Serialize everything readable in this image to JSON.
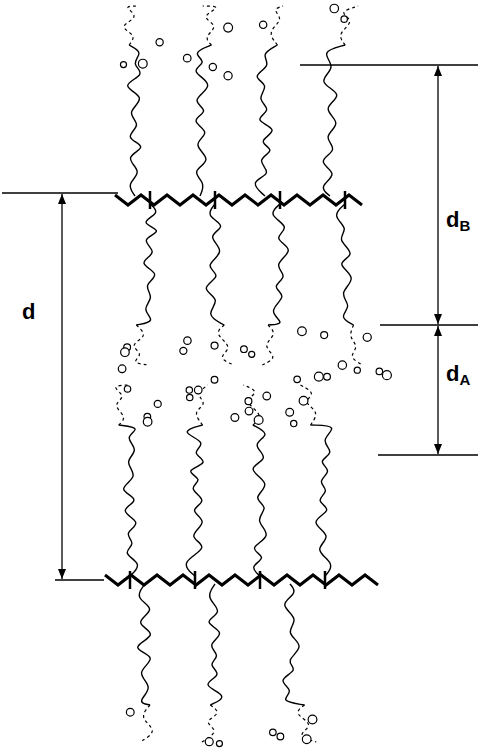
{
  "diagram": {
    "labels": [
      "dB",
      "d",
      "dA"
    ]
  }
}
